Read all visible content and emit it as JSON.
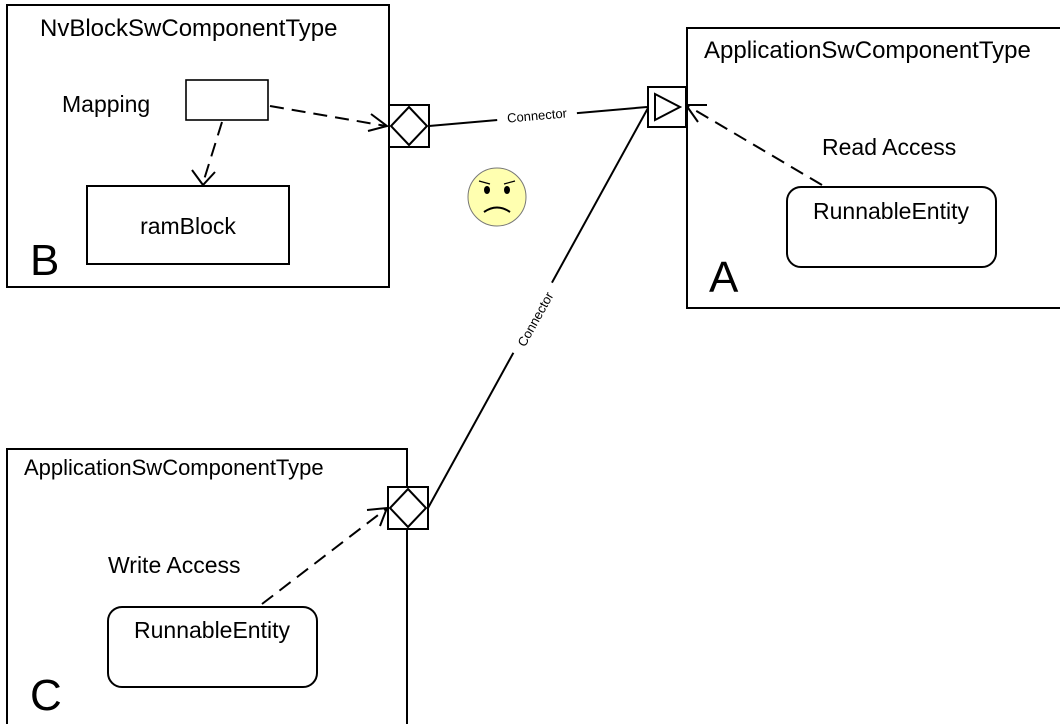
{
  "components": {
    "B": {
      "type_label": "NvBlockSwComponentType",
      "letter": "B",
      "mapping_label": "Mapping",
      "ram_block_label": "ramBlock"
    },
    "A": {
      "type_label": "ApplicationSwComponentType",
      "letter": "A",
      "access_label": "Read Access",
      "runnable_label": "RunnableEntity"
    },
    "C": {
      "type_label": "ApplicationSwComponentType",
      "letter": "C",
      "access_label": "Write Access",
      "runnable_label": "RunnableEntity"
    }
  },
  "connectors": {
    "top_label": "Connector",
    "diagonal_label": "Connector"
  },
  "emoticon": "frowning-face",
  "colors": {
    "emoticon_fill": "#ffffb0",
    "stroke": "#000000"
  }
}
